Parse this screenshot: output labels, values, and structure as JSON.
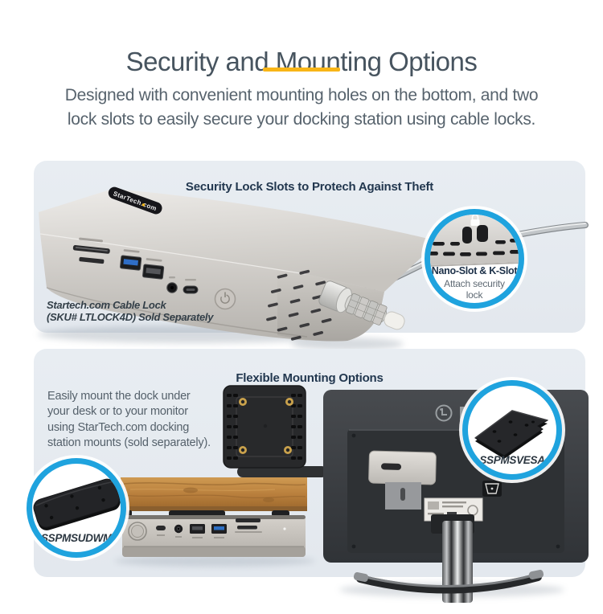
{
  "header": {
    "title": "Security and Mounting Options",
    "subtitle_line1": "Designed with convenient mounting holes on the bottom, and two",
    "subtitle_line2": "lock slots to easily secure your docking station using cable locks."
  },
  "security_panel": {
    "heading": "Security Lock Slots to Protech Against Theft",
    "dock_badge": "StarTech.com",
    "caption_line1": "Startech.com Cable Lock",
    "caption_line2": "(SKU# LTLOCK4D) Sold Separately",
    "callout": {
      "title": "Nano-Slot & K-Slot",
      "subtitle_line1": "Attach security",
      "subtitle_line2": "lock",
      "icon": "padlock-icon"
    }
  },
  "mounting_panel": {
    "heading": "Flexible Mounting Options",
    "description_line1": "Easily mount the dock under",
    "description_line2": "your desk or to your monitor",
    "description_line3": "using StarTech.com docking",
    "description_line4": "station mounts (sold separately).",
    "vesa_callout_label": "SSPMSVESA",
    "udwm_callout_label": "SSPMSUDWM"
  },
  "colors": {
    "accent_blue": "#1fa3de",
    "accent_yellow": "#f8b517",
    "panel_background": "#e6ebf0",
    "heading_text": "#22374f",
    "body_text": "#55616b"
  }
}
